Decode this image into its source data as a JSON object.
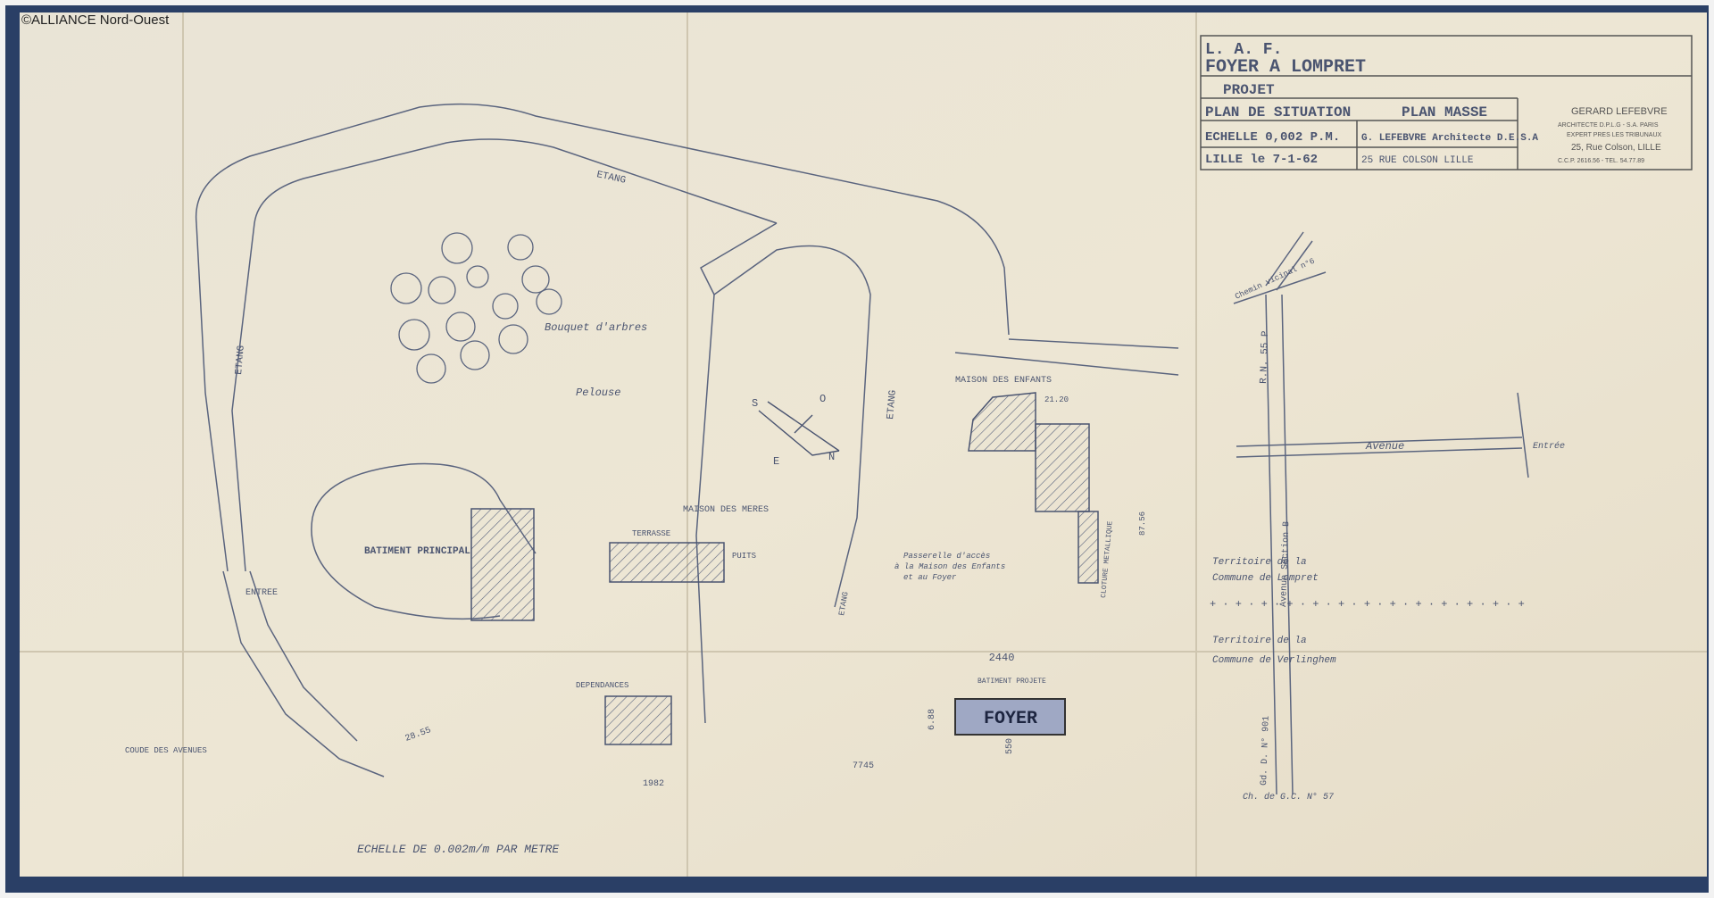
{
  "credit": "©ALLIANCE Nord-Ouest",
  "title_block": {
    "line1": "L. A. F.",
    "line2": "FOYER A LOMPRET",
    "line3": "PROJET",
    "line4a": "PLAN DE SITUATION",
    "line4b": "PLAN MASSE",
    "line5a": "ECHELLE 0,002 P.M.",
    "line5b": "G. LEFEBVRE Architecte D.E.S.A",
    "line6a": "LILLE le 7-1-62",
    "line6b": "25 RUE COLSON LILLE"
  },
  "stamp": {
    "name": "GERARD LEFEBVRE",
    "line1": "ARCHITECTE D.P.L.G - S.A. PARIS",
    "line2": "EXPERT PRES LES TRIBUNAUX",
    "line3": "25, Rue Colson, LILLE",
    "line4": "C.C.P. 2616.56 - TEL. 54.77.89"
  },
  "plan": {
    "etang_top": "ETANG",
    "etang_left": "ETANG",
    "etang_mid": "ETANG",
    "etang_small": "ETANG",
    "bouquet": "Bouquet d'arbres",
    "pelouse": "Pelouse",
    "maison_enfants": "MAISON DES ENFANTS",
    "maison_meres": "MAISON DES MERES",
    "batiment_principal": "BATIMENT PRINCIPAL",
    "terrasse": "TERRASSE",
    "puits": "PUITS",
    "passerelle_1": "Passerelle d'accès",
    "passerelle_2": "à la Maison des Enfants",
    "passerelle_3": "et au Foyer",
    "entree": "ENTREE",
    "dependances": "DEPENDANCES",
    "batiment_projete": "BATIMENT PROJETE",
    "foyer": "FOYER",
    "dim_2440": "2440",
    "dim_688": "6.88",
    "dim_550": "550",
    "dim_7745": "7745",
    "dim_1982": "1982",
    "dim_2855": "28.55",
    "dim_2120": "21.20",
    "dim_8756": "87.56",
    "cloture": "CLOTURE METALLIQUE",
    "coude": "COUDE DES AVENUES",
    "compass_s": "S",
    "compass_o": "O",
    "compass_n": "N",
    "compass_e": "E",
    "echelle": "ECHELLE DE 0.002m/m PAR METRE"
  },
  "location_map": {
    "chemin": "Chemin vicinal n°6",
    "route": "R.N. 55 P",
    "avenue": "Avenue",
    "entree": "Entrée",
    "territoire_1a": "Territoire de la",
    "territoire_1b": "Commune de Lompret",
    "territoire_2a": "Territoire de la",
    "territoire_2b": "Commune de Verlinghem",
    "section": "Avenue Section B",
    "gc": "Gd. D. N° 901",
    "chemin_gc": "Ch. de G.C. N° 57"
  }
}
